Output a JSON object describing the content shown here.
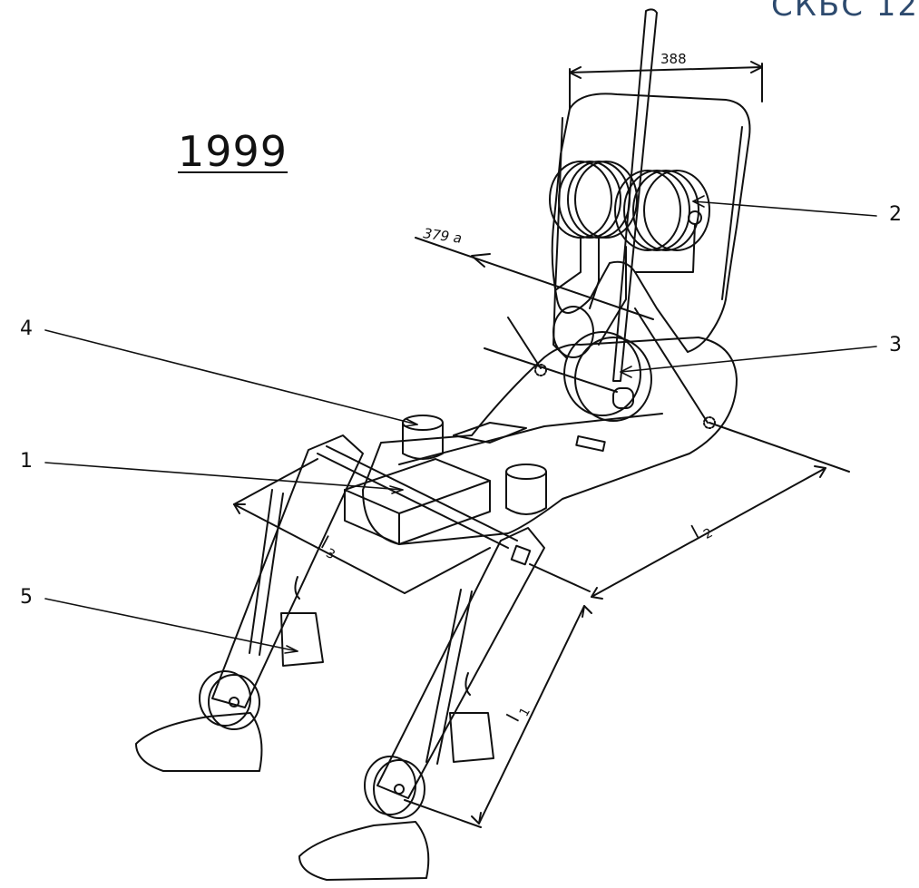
{
  "title_year": "1999",
  "corner_text": "СКБС 12",
  "dimensions": {
    "width_top": "388",
    "diag_top": "379 a",
    "l1": "l",
    "l1_sub": "1",
    "l2": "l",
    "l2_sub": "2",
    "l3": "l",
    "l3_sub": "3"
  },
  "callouts": [
    "1",
    "2",
    "3",
    "4",
    "5"
  ],
  "colors": {
    "ink": "#111111",
    "corner": "#2d4a6e"
  }
}
